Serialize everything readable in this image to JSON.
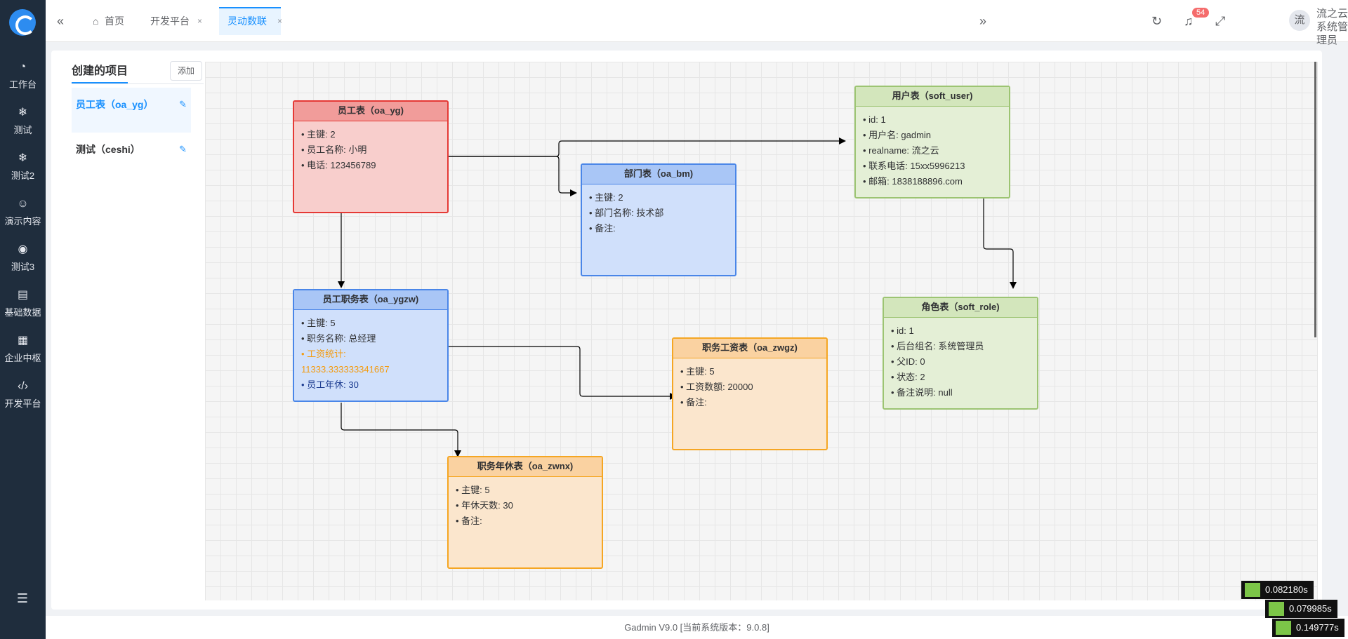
{
  "sidebar": {
    "items": [
      {
        "label": "工作台",
        "icon": "dashboard-icon"
      },
      {
        "label": "测试",
        "icon": "snowflake-icon"
      },
      {
        "label": "测试2",
        "icon": "snowflake-icon"
      },
      {
        "label": "演示内容",
        "icon": "smile-icon"
      },
      {
        "label": "测试3",
        "icon": "compass-icon"
      },
      {
        "label": "基础数据",
        "icon": "clipboard-icon"
      },
      {
        "label": "企业中枢",
        "icon": "grid-icon"
      },
      {
        "label": "开发平台",
        "icon": "code-icon"
      }
    ]
  },
  "header": {
    "tabs": [
      {
        "label": "首页"
      },
      {
        "label": "开发平台"
      },
      {
        "label": "灵动数联"
      }
    ],
    "close_glyph": "×",
    "notification_count": "54",
    "avatar_text": "流",
    "user_name": "流之云",
    "user_role": "系统管理员"
  },
  "panel": {
    "title": "创建的项目",
    "add_label": "添加",
    "projects": [
      {
        "label": "员工表（oa_yg）"
      },
      {
        "label": "测试（ceshi）"
      }
    ]
  },
  "entities": {
    "oa_yg": {
      "title": "员工表（oa_yg)",
      "fields": [
        "主键: 2",
        "员工名称: 小明",
        "电话: 123456789"
      ]
    },
    "oa_bm": {
      "title": "部门表（oa_bm)",
      "fields": [
        "主键: 2",
        "部门名称: 技术部",
        "备注:"
      ]
    },
    "soft_user": {
      "title": "用户表（soft_user)",
      "fields": [
        "id: 1",
        "用户名: gadmin",
        "realname: 流之云",
        "联系电话: 15xx5996213",
        "邮箱: 1838188896.com"
      ]
    },
    "oa_ygzw": {
      "title": "员工职务表（oa_ygzw)",
      "fields": [
        "主键: 5",
        "职务名称: 总经理"
      ],
      "salary_label": "• 工资统计:",
      "salary_value": "11333.333333341667",
      "leave": "员工年休: 30"
    },
    "soft_role": {
      "title": "角色表（soft_role)",
      "fields": [
        "id: 1",
        "后台组名: 系统管理员",
        "父ID: 0",
        "状态: 2",
        "备注说明: null"
      ]
    },
    "oa_zwgz": {
      "title": "职务工资表（oa_zwgz)",
      "fields": [
        "主键: 5",
        "工资数额: 20000",
        "备注:"
      ]
    },
    "oa_zwnx": {
      "title": "职务年休表（oa_zwnx)",
      "fields": [
        "主键: 5",
        "年休天数: 30",
        "备注:"
      ]
    }
  },
  "footer": {
    "text": "Gadmin V9.0 [当前系统版本：9.0.8]"
  },
  "timers": [
    "0.082180s",
    "0.079985s",
    "0.149777s"
  ]
}
